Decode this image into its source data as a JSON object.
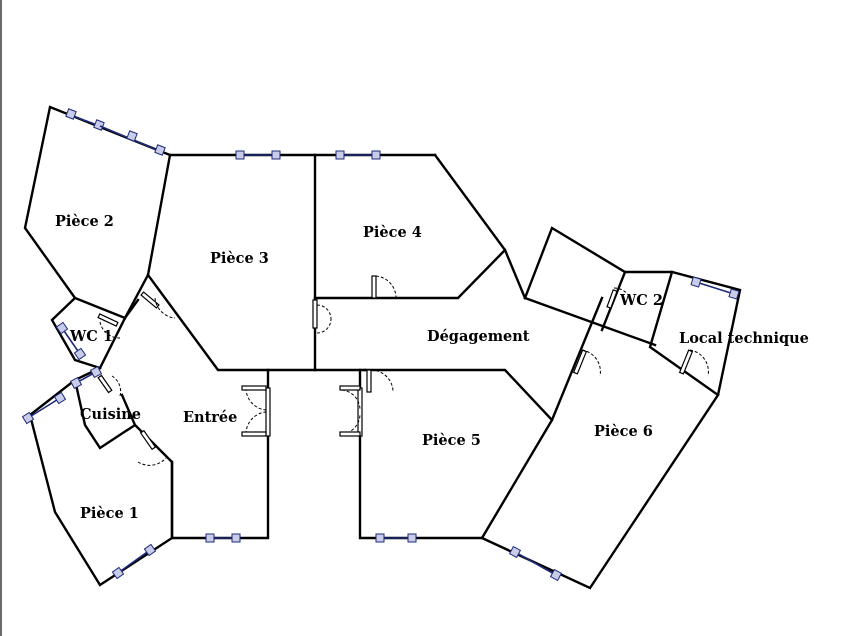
{
  "plan": {
    "rooms": [
      {
        "id": "piece-1",
        "label": "Pièce 1"
      },
      {
        "id": "piece-2",
        "label": "Pièce 2"
      },
      {
        "id": "piece-3",
        "label": "Pièce 3"
      },
      {
        "id": "piece-4",
        "label": "Pièce 4"
      },
      {
        "id": "piece-5",
        "label": "Pièce 5"
      },
      {
        "id": "piece-6",
        "label": "Pièce 6"
      },
      {
        "id": "wc-1",
        "label": "WC 1"
      },
      {
        "id": "wc-2",
        "label": "WC 2"
      },
      {
        "id": "cuisine",
        "label": "Cuisine"
      },
      {
        "id": "entree",
        "label": "Entrée"
      },
      {
        "id": "degagement",
        "label": "Dégagement"
      },
      {
        "id": "local-technique",
        "label": "Local technique"
      }
    ],
    "colors": {
      "wall": "#000000",
      "window": "#1d2a78",
      "window_fill": "#c8cce8",
      "background": "#ffffff"
    }
  }
}
